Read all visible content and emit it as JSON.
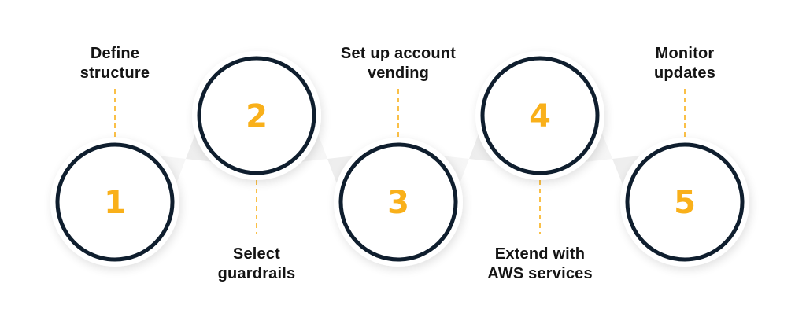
{
  "diagram": {
    "type": "numbered-process-steps",
    "colors": {
      "accent": "#F9B01A",
      "ring": "#0F1E2E",
      "label_text": "#141414",
      "ribbon": "#EFEFEF",
      "background": "#FFFFFF"
    },
    "steps": [
      {
        "number": "1",
        "label_line1": "Define",
        "label_line2": "structure",
        "label_position": "top"
      },
      {
        "number": "2",
        "label_line1": "Select",
        "label_line2": "guardrails",
        "label_position": "bottom"
      },
      {
        "number": "3",
        "label_line1": "Set up account",
        "label_line2": "vending",
        "label_position": "top"
      },
      {
        "number": "4",
        "label_line1": "Extend with",
        "label_line2": "AWS services",
        "label_position": "bottom"
      },
      {
        "number": "5",
        "label_line1": "Monitor",
        "label_line2": "updates",
        "label_position": "top"
      }
    ]
  }
}
